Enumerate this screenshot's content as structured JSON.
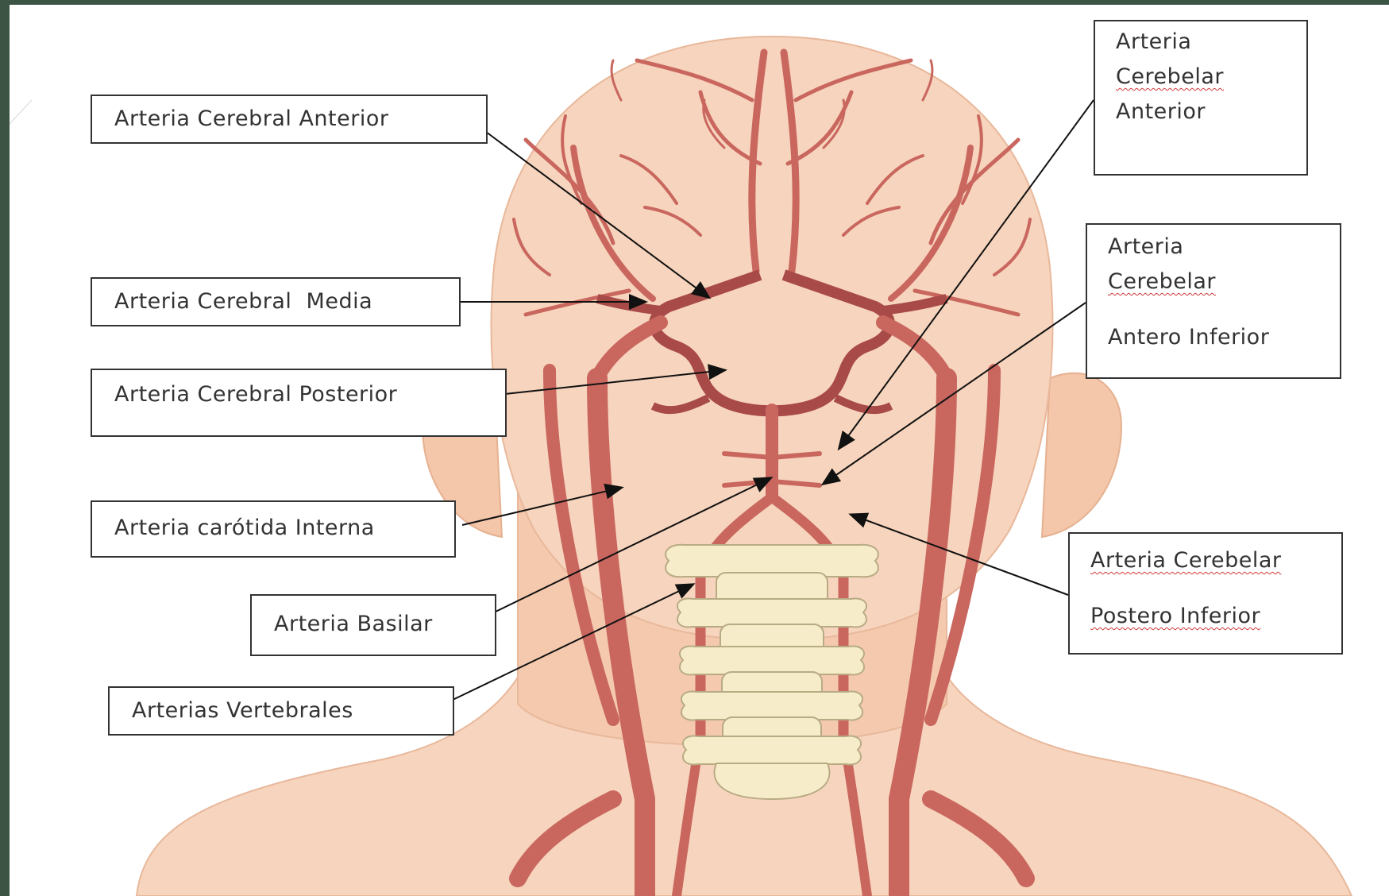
{
  "diagram": {
    "labels": {
      "acerebral_anterior": "Arteria Cerebral Anterior",
      "acerebral_media": "Arteria Cerebral  Media",
      "acerebral_posterior": "Arteria Cerebral Posterior",
      "carotida_interna": "Arteria carótida Interna",
      "basilar": "Arteria Basilar",
      "vertebrales": "Arterias Vertebrales",
      "cerebelar_anterior": {
        "line1": "Arteria",
        "line2": "Cerebelar",
        "line3": "Anterior"
      },
      "cerebelar_antero_inferior": {
        "line1": "Arteria",
        "line2": "Cerebelar",
        "line3": "Antero Inferior"
      },
      "cerebelar_postero_inferior": {
        "line1": "Arteria Cerebelar",
        "line2": "Postero Inferior"
      }
    },
    "colors": {
      "skin": "#f7d4bd",
      "skin_shadow": "#efc0a4",
      "artery": "#c9675f",
      "artery_dark": "#a84a48",
      "bone": "#f6ecc9",
      "frame": "#3b5444"
    }
  }
}
